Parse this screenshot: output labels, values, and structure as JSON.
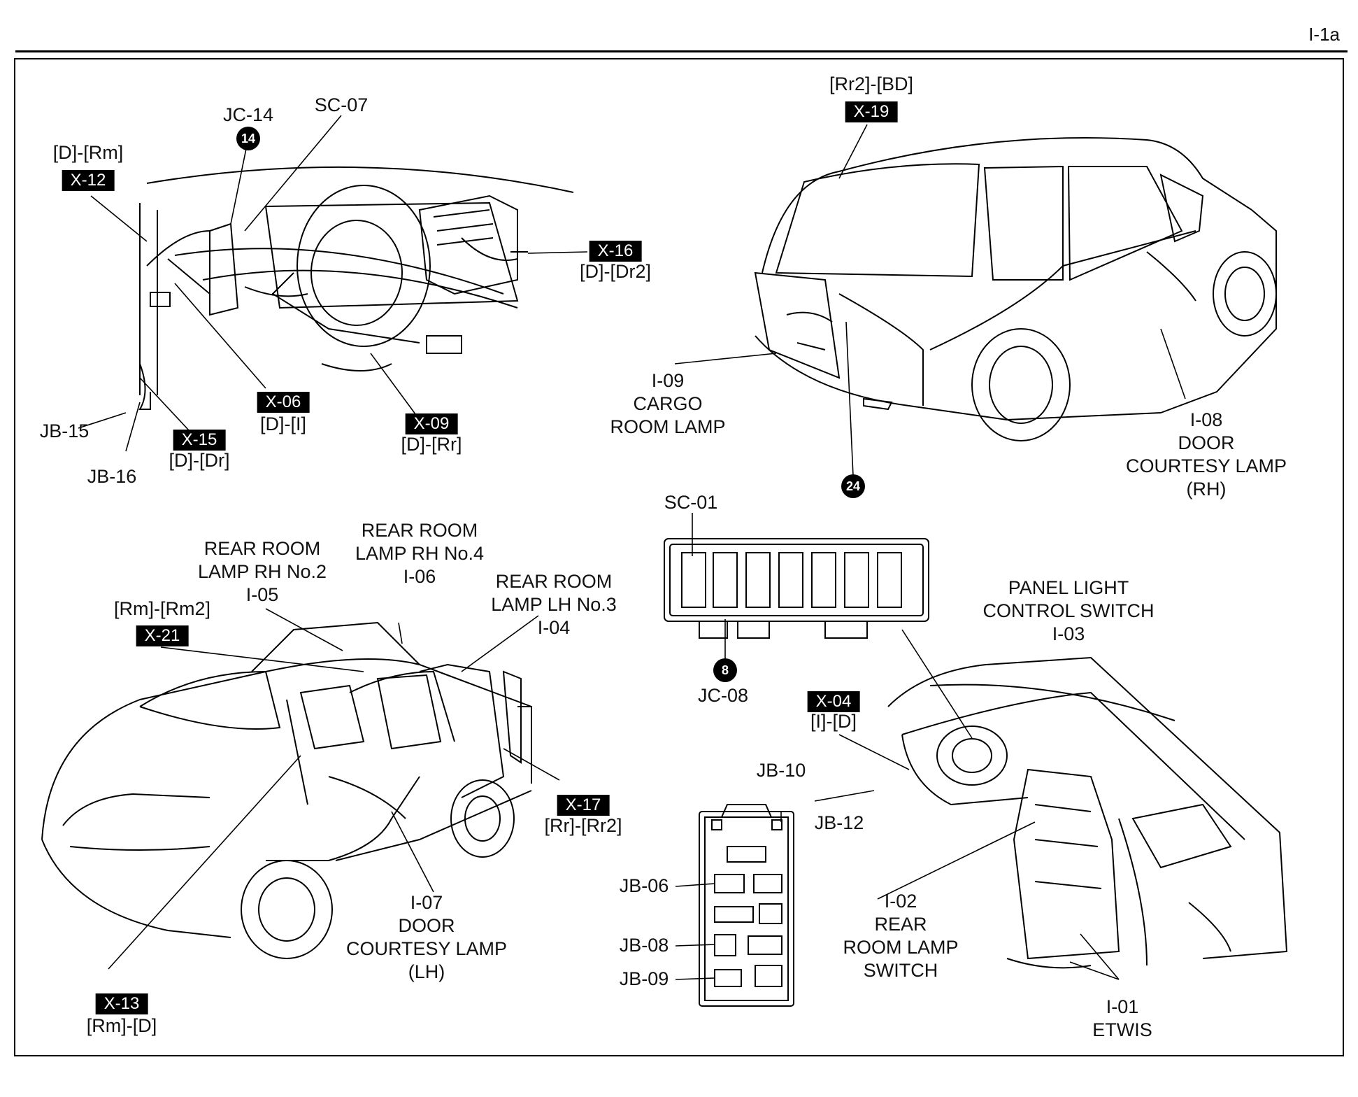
{
  "page_number": "I-1a",
  "labels": [
    {
      "id": "jc14",
      "lines": [
        "JC-14"
      ]
    },
    {
      "id": "sc07",
      "lines": [
        "SC-07"
      ]
    },
    {
      "id": "d_rm",
      "lines": [
        "[D]-[Rm]"
      ]
    },
    {
      "id": "d_dr2",
      "lines": [
        "[D]-[Dr2]"
      ]
    },
    {
      "id": "jb15",
      "lines": [
        "JB-15"
      ]
    },
    {
      "id": "jb16",
      "lines": [
        "JB-16"
      ]
    },
    {
      "id": "d_i",
      "lines": [
        "[D]-[I]"
      ]
    },
    {
      "id": "d_dr",
      "lines": [
        "[D]-[Dr]"
      ]
    },
    {
      "id": "d_rr",
      "lines": [
        "[D]-[Rr]"
      ]
    },
    {
      "id": "rr2_bd",
      "lines": [
        "[Rr2]-[BD]"
      ]
    },
    {
      "id": "i09",
      "lines": [
        "I-09",
        "CARGO",
        "ROOM LAMP"
      ]
    },
    {
      "id": "i08",
      "lines": [
        "I-08",
        "DOOR",
        "COURTESY LAMP",
        "(RH)"
      ]
    },
    {
      "id": "sc01",
      "lines": [
        "SC-01"
      ]
    },
    {
      "id": "jc08",
      "lines": [
        "JC-08"
      ]
    },
    {
      "id": "i05",
      "lines": [
        "REAR ROOM",
        "LAMP RH No.2",
        "I-05"
      ]
    },
    {
      "id": "i06",
      "lines": [
        "REAR ROOM",
        "LAMP RH No.4",
        "I-06"
      ]
    },
    {
      "id": "i04",
      "lines": [
        "REAR ROOM",
        "LAMP LH No.3",
        "I-04"
      ]
    },
    {
      "id": "rm_rm2",
      "lines": [
        "[Rm]-[Rm2]"
      ]
    },
    {
      "id": "i03",
      "lines": [
        "PANEL LIGHT",
        "CONTROL SWITCH",
        "I-03"
      ]
    },
    {
      "id": "i_d",
      "lines": [
        "[I]-[D]"
      ]
    },
    {
      "id": "jb10",
      "lines": [
        "JB-10"
      ]
    },
    {
      "id": "jb12",
      "lines": [
        "JB-12"
      ]
    },
    {
      "id": "rr_rr2",
      "lines": [
        "[Rr]-[Rr2]"
      ]
    },
    {
      "id": "jb06",
      "lines": [
        "JB-06"
      ]
    },
    {
      "id": "jb08",
      "lines": [
        "JB-08"
      ]
    },
    {
      "id": "jb09",
      "lines": [
        "JB-09"
      ]
    },
    {
      "id": "i07",
      "lines": [
        "I-07",
        "DOOR",
        "COURTESY LAMP",
        "(LH)"
      ]
    },
    {
      "id": "i02",
      "lines": [
        "I-02",
        "REAR",
        "ROOM LAMP",
        "SWITCH"
      ]
    },
    {
      "id": "i01",
      "lines": [
        "I-01",
        "ETWIS"
      ]
    },
    {
      "id": "rm_d",
      "lines": [
        "[Rm]-[D]"
      ]
    }
  ],
  "tags": [
    {
      "id": "x12",
      "text": "X-12"
    },
    {
      "id": "x16",
      "text": "X-16"
    },
    {
      "id": "x06",
      "text": "X-06"
    },
    {
      "id": "x15",
      "text": "X-15"
    },
    {
      "id": "x09",
      "text": "X-09"
    },
    {
      "id": "x19",
      "text": "X-19"
    },
    {
      "id": "x21",
      "text": "X-21"
    },
    {
      "id": "x04",
      "text": "X-04"
    },
    {
      "id": "x17",
      "text": "X-17"
    },
    {
      "id": "x13",
      "text": "X-13"
    }
  ],
  "markers": [
    {
      "id": "m14",
      "text": "14"
    },
    {
      "id": "m24",
      "text": "24"
    },
    {
      "id": "m8",
      "text": "8"
    }
  ]
}
